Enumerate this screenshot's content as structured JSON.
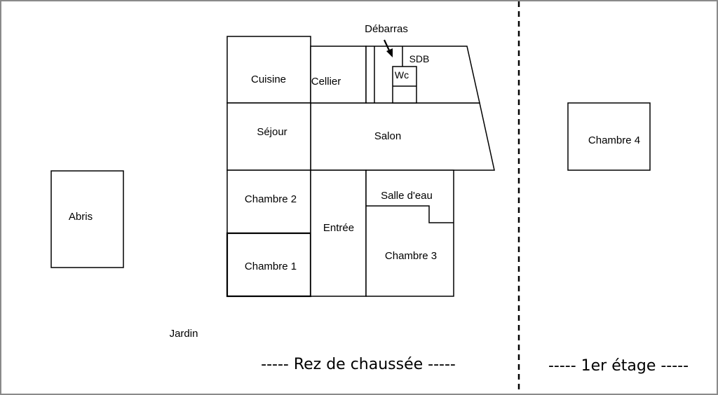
{
  "plan": {
    "rooms": {
      "cuisine": "Cuisine",
      "cellier": "Cellier",
      "debarras": "Débarras",
      "sdb": "SDB",
      "wc": "Wc",
      "sejour": "Séjour",
      "salon": "Salon",
      "chambre2": "Chambre 2",
      "entree": "Entrée",
      "salle_deau": "Salle d'eau",
      "chambre1": "Chambre 1",
      "chambre3": "Chambre 3",
      "abris": "Abris",
      "jardin": "Jardin",
      "chambre4": "Chambre 4"
    },
    "sections": {
      "ground_floor": "----- Rez de chaussée -----",
      "first_floor": "----- 1er étage -----"
    }
  }
}
